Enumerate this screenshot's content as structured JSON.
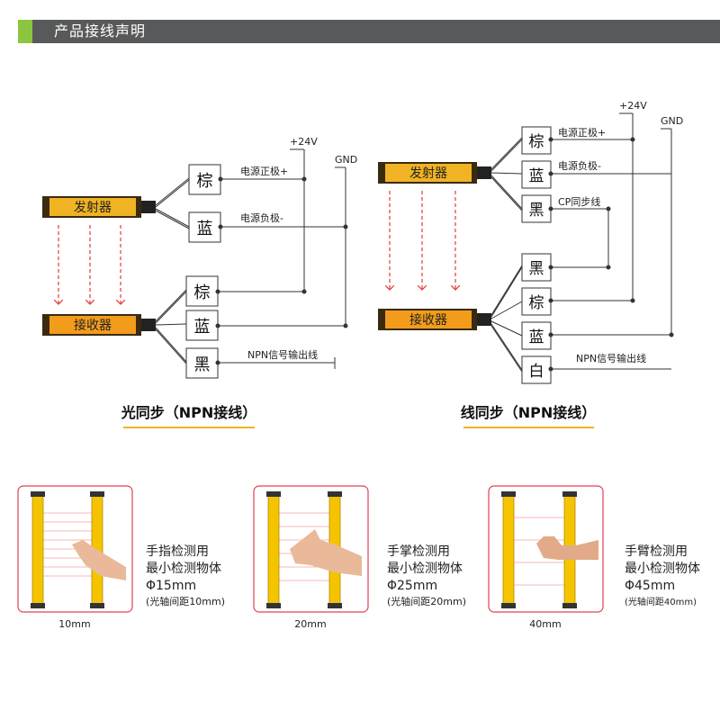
{
  "header": {
    "title": "产品接线声明"
  },
  "light_sync": {
    "emitter_label": "发射器",
    "receiver_label": "接收器",
    "emitter_wires": [
      {
        "color_name": "棕",
        "signal": "电源正极+"
      },
      {
        "color_name": "蓝",
        "signal": "电源负极-"
      }
    ],
    "receiver_wires": [
      {
        "color_name": "棕",
        "signal": ""
      },
      {
        "color_name": "蓝",
        "signal": ""
      },
      {
        "color_name": "黑",
        "signal": "NPN信号输出线"
      }
    ],
    "vcc_label": "+24V",
    "gnd_label": "GND",
    "caption": "光同步（NPN接线）"
  },
  "line_sync": {
    "emitter_label": "发射器",
    "receiver_label": "接收器",
    "emitter_wires": [
      {
        "color_name": "棕",
        "signal": "电源正极+"
      },
      {
        "color_name": "蓝",
        "signal": "电源负极-"
      },
      {
        "color_name": "黑",
        "signal": "CP同步线"
      }
    ],
    "receiver_wires": [
      {
        "color_name": "黑",
        "signal": ""
      },
      {
        "color_name": "棕",
        "signal": ""
      },
      {
        "color_name": "蓝",
        "signal": ""
      },
      {
        "color_name": "白",
        "signal": "NPN信号输出线"
      }
    ],
    "vcc_label": "+24V",
    "gnd_label": "GND",
    "caption": "线同步（NPN接线）"
  },
  "detection": [
    {
      "size_label": "10mm",
      "line1": "手指检测用",
      "line2": "最小检测物体",
      "line3": "Φ15mm",
      "line4": "(光轴间距10mm)"
    },
    {
      "size_label": "20mm",
      "line1": "手掌检测用",
      "line2": "最小检测物体",
      "line3": "Φ25mm",
      "line4": "(光轴间距20mm)"
    },
    {
      "size_label": "40mm",
      "line1": "手臂检测用",
      "line2": "最小检测物体",
      "line3": "Φ45mm",
      "line4": "(光轴间距40mm)"
    }
  ],
  "colors": {
    "header_bg": "#58595b",
    "header_accent": "#8cc63f",
    "emitter_bar": "#f0b323",
    "receiver_bar": "#f39c1b",
    "beam": "#e53935",
    "caption_underline": "#f0b323",
    "card_border": "#e04050"
  }
}
